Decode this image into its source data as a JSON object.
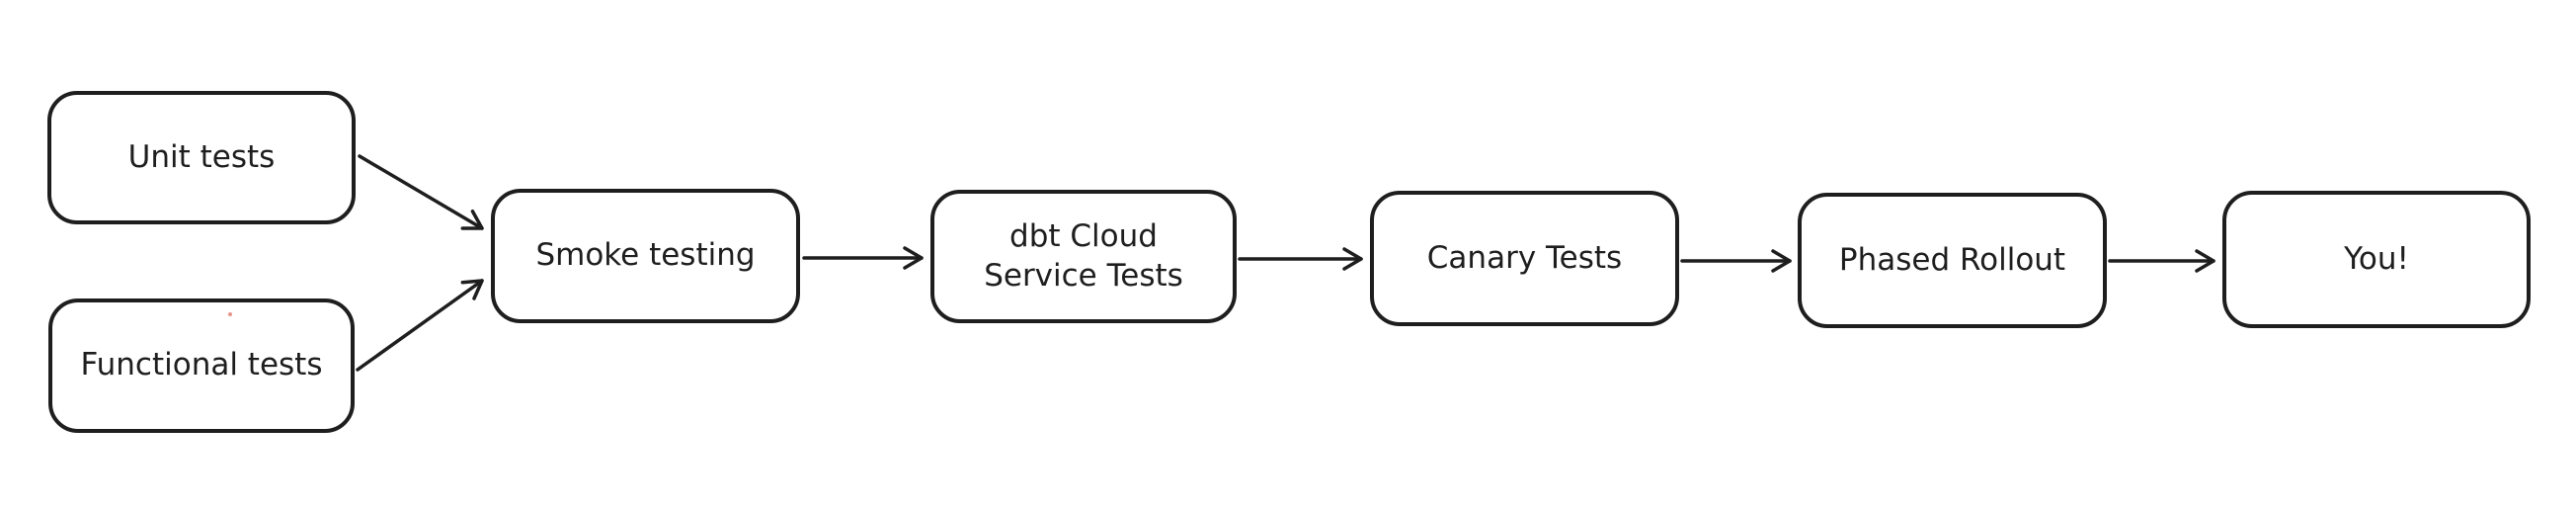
{
  "diagram": {
    "type": "flowchart",
    "style": "hand-drawn-excalidraw",
    "background_color": "#ffffff",
    "stroke_color": "#1e1e1e",
    "text_color": "#1e1e1e",
    "node_fill_color": "#ffffff",
    "artifact_dot_color": "#dd7066",
    "nodes": [
      {
        "id": "unit-tests",
        "label": "Unit tests"
      },
      {
        "id": "functional-tests",
        "label": "Functional tests"
      },
      {
        "id": "smoke-testing",
        "label": "Smoke testing"
      },
      {
        "id": "dbt-cloud-service-tests",
        "label": "dbt Cloud\nService Tests"
      },
      {
        "id": "canary-tests",
        "label": "Canary Tests"
      },
      {
        "id": "phased-rollout",
        "label": "Phased Rollout"
      },
      {
        "id": "you",
        "label": "You!"
      }
    ],
    "edges": [
      {
        "from": "unit-tests",
        "to": "smoke-testing"
      },
      {
        "from": "functional-tests",
        "to": "smoke-testing"
      },
      {
        "from": "smoke-testing",
        "to": "dbt-cloud-service-tests"
      },
      {
        "from": "dbt-cloud-service-tests",
        "to": "canary-tests"
      },
      {
        "from": "canary-tests",
        "to": "phased-rollout"
      },
      {
        "from": "phased-rollout",
        "to": "you"
      }
    ]
  }
}
